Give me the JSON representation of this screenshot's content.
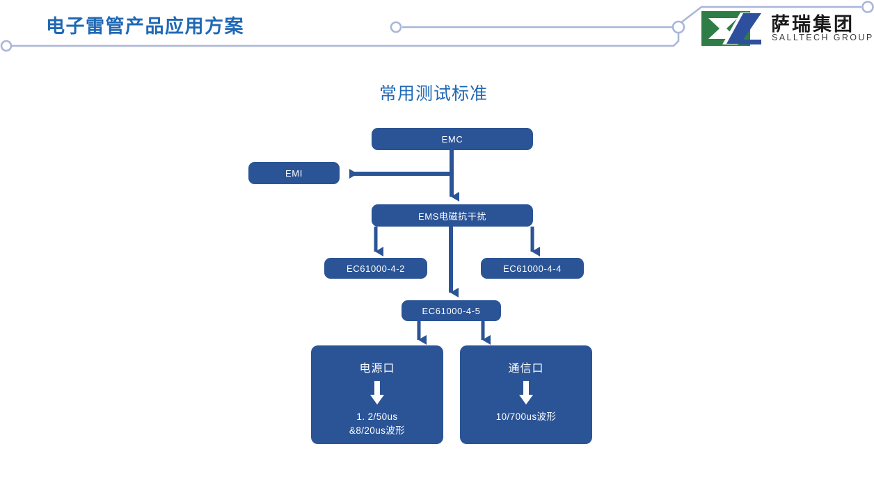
{
  "header": {
    "title": "电子雷管产品应用方案",
    "title_color": "#1f68b5",
    "deco_color": "#a8b6d8",
    "logo": {
      "cn": "萨瑞集团",
      "en": "SALLTECH GROUP",
      "mark_green": "#2f7d46",
      "mark_blue": "#2e4f9e"
    }
  },
  "section": {
    "title": "常用测试标准",
    "title_color": "#1f68b5"
  },
  "chart_data": {
    "type": "diagram",
    "title": "常用测试标准",
    "node_fill": "#2b5496",
    "node_text_color": "#ffffff",
    "connector_color": "#2b5496",
    "nodes": [
      {
        "id": "emc",
        "label": "EMC",
        "shape": "rounded-pill"
      },
      {
        "id": "emi",
        "label": "EMI",
        "shape": "rounded-pill"
      },
      {
        "id": "ems",
        "label": "EMS电磁抗干扰",
        "shape": "rounded-pill"
      },
      {
        "id": "iec42",
        "label": "EC61000-4-2",
        "shape": "rounded-pill"
      },
      {
        "id": "iec44",
        "label": "EC61000-4-4",
        "shape": "rounded-pill"
      },
      {
        "id": "iec45",
        "label": "EC61000-4-5",
        "shape": "rounded-pill"
      },
      {
        "id": "power",
        "label": "电源口",
        "detail_line1": "1. 2/50us",
        "detail_line2": "&8/20us波形",
        "shape": "rounded-box"
      },
      {
        "id": "comm",
        "label": "通信口",
        "detail_line1": "10/700us波形",
        "detail_line2": "",
        "shape": "rounded-box"
      }
    ],
    "edges": [
      {
        "from": "emc",
        "to": "emi",
        "direction": "left"
      },
      {
        "from": "emc",
        "to": "ems",
        "direction": "down"
      },
      {
        "from": "ems",
        "to": "iec42",
        "direction": "down"
      },
      {
        "from": "ems",
        "to": "iec44",
        "direction": "down"
      },
      {
        "from": "ems",
        "to": "iec45",
        "direction": "down"
      },
      {
        "from": "iec45",
        "to": "power",
        "direction": "down"
      },
      {
        "from": "iec45",
        "to": "comm",
        "direction": "down"
      }
    ]
  },
  "nodes": {
    "emc": "EMC",
    "emi": "EMI",
    "ems": "EMS电磁抗干扰",
    "iec42": "EC61000-4-2",
    "iec44": "EC61000-4-4",
    "iec45": "EC61000-4-5",
    "power_title": "电源口",
    "power_text1": "1. 2/50us",
    "power_text2": "&8/20us波形",
    "comm_title": "通信口",
    "comm_text1": "10/700us波形"
  }
}
